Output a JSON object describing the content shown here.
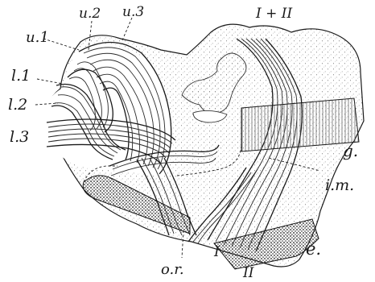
{
  "labels": {
    "u1": "u.1",
    "u2": "u.2",
    "u3": "u.3",
    "l1": "l.1",
    "l2": "l.2",
    "l3": "l.3",
    "i_plus_ii": "I + II",
    "g": "g.",
    "im": "i.m.",
    "e": "e.",
    "or": "o.r.",
    "i": "I",
    "ii": "II"
  },
  "colors": {
    "ink": "#1a1a1a",
    "stipple": "#6b6b6b",
    "background": "#ffffff"
  }
}
